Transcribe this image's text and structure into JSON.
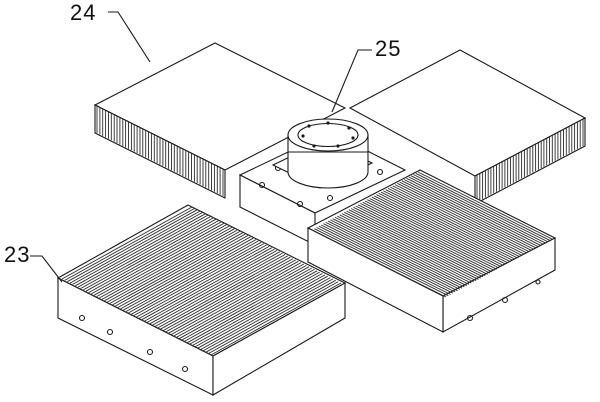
{
  "labels": {
    "part_24": "24",
    "part_25": "25",
    "part_23": "23"
  },
  "colors": {
    "line": "#1a1a1a",
    "fin": "#2a2a2a",
    "background": "#ffffff"
  }
}
